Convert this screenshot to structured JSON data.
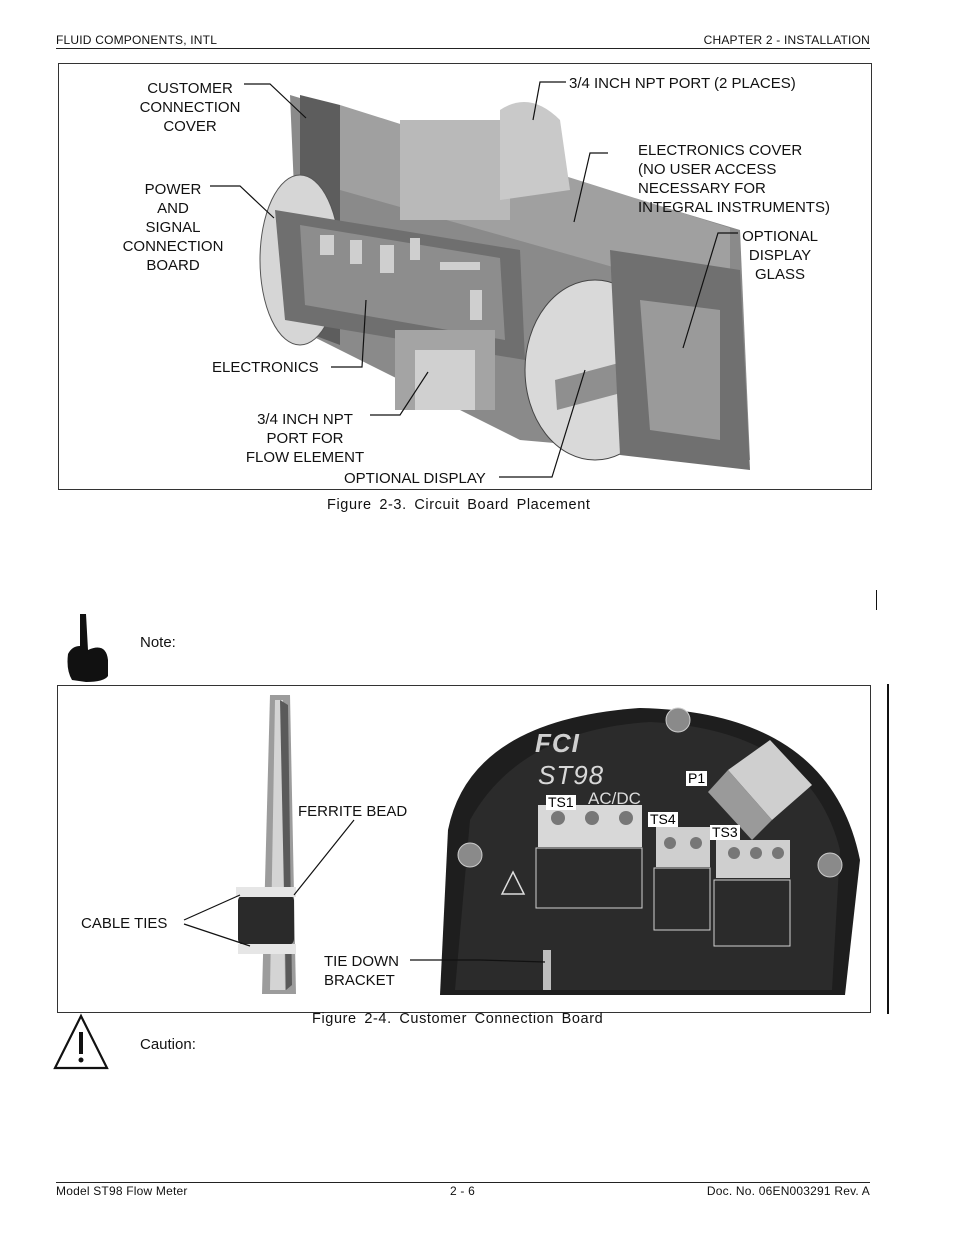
{
  "header": {
    "left": "FLUID COMPONENTS, INTL",
    "right": "CHAPTER  2 - INSTALLATION"
  },
  "figure3": {
    "caption": "Figure 2-3.   Circuit Board Placement",
    "labels": {
      "customer_cover": [
        "CUSTOMER",
        "CONNECTION",
        "COVER"
      ],
      "npt_port_2": "3/4 INCH NPT PORT (2 PLACES)",
      "electronics_cover": [
        "ELECTRONICS COVER",
        "(NO USER ACCESS",
        "NECESSARY FOR",
        "INTEGRAL INSTRUMENTS)"
      ],
      "power_board": [
        "POWER",
        "AND",
        "SIGNAL",
        "CONNECTION",
        "BOARD"
      ],
      "display_glass": [
        "OPTIONAL",
        "DISPLAY",
        "GLASS"
      ],
      "electronics": "ELECTRONICS",
      "npt_flow": [
        "3/4 INCH NPT",
        "PORT FOR",
        "FLOW ELEMENT"
      ],
      "optional_display": "OPTIONAL DISPLAY"
    }
  },
  "note": {
    "label": "Note:"
  },
  "figure4": {
    "caption": "Figure 2-4.   Customer Connection Board",
    "labels": {
      "ferrite_bead": "FERRITE BEAD",
      "cable_ties": "CABLE TIES",
      "tie_down": [
        "TIE DOWN",
        "BRACKET"
      ]
    },
    "board_tags": {
      "p1": "P1",
      "ts1": "TS1",
      "ts4": "TS4",
      "ts3": "TS3",
      "acdc": "AC/DC",
      "model": "ST98",
      "brand": "FCI"
    }
  },
  "caution": {
    "label": "Caution:"
  },
  "footer": {
    "left": "Model ST98 Flow Meter",
    "center": "2 - 6",
    "right": "Doc. No. 06EN003291 Rev. A"
  }
}
